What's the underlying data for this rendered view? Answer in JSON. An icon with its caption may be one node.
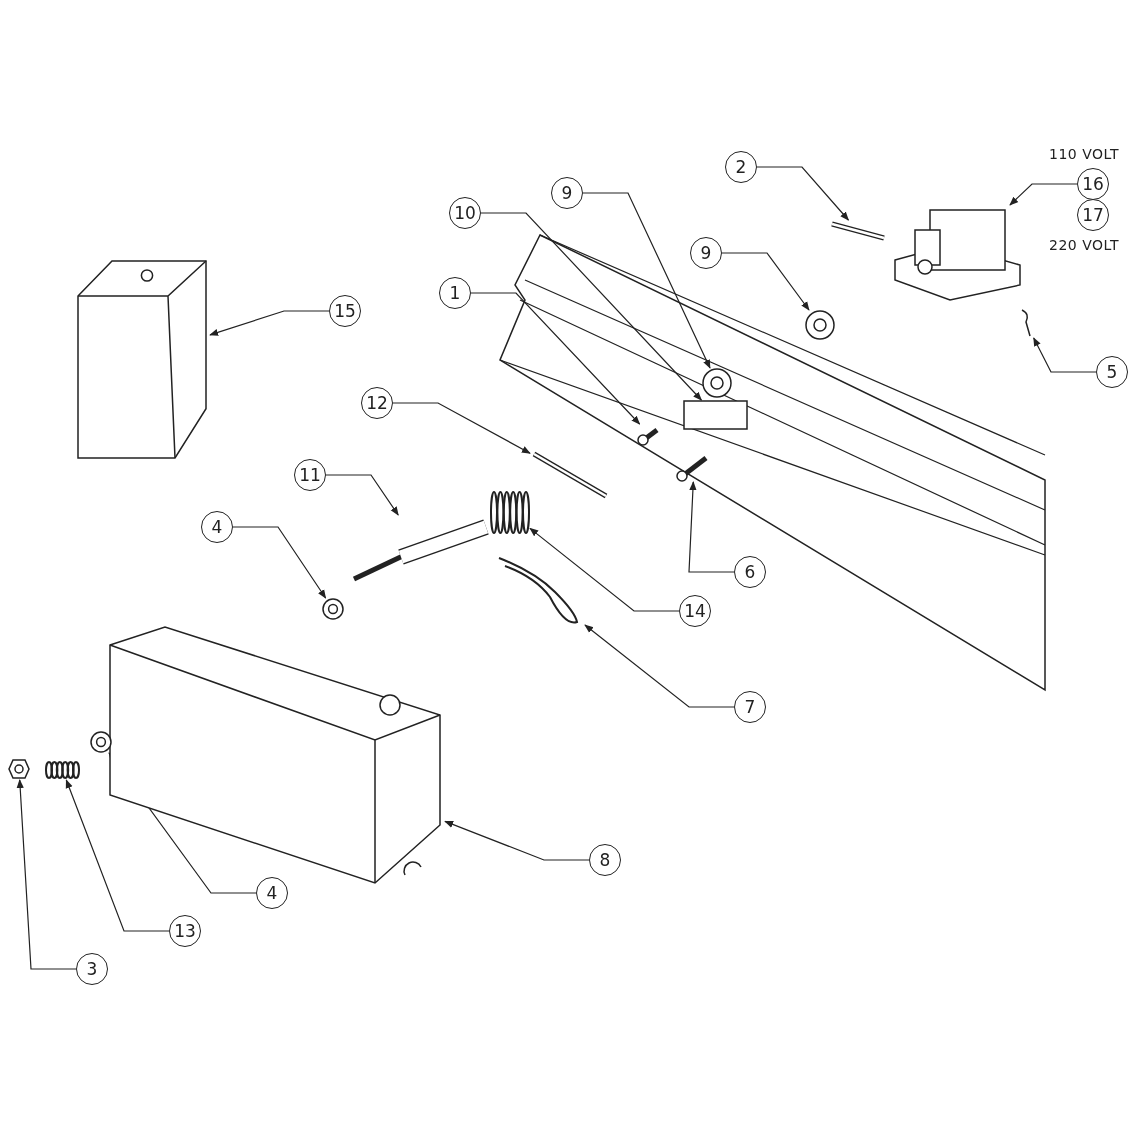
{
  "diagram": {
    "nodes": [
      {
        "text": [
          "16"
        ],
        "beside": [
          "110 VOLT"
        ]
      },
      {
        "text": [
          "17"
        ],
        "beside": [
          "220 VOLT"
        ]
      },
      {
        "text": [],
        "shape": "picture"
      },
      {
        "text": [
          "2"
        ]
      },
      {
        "text": [],
        "shape": "picture"
      },
      {
        "text": [
          "9"
        ]
      },
      {
        "text": [],
        "shape": "picture"
      },
      {
        "text": [
          "10"
        ]
      },
      {
        "text": [],
        "shape": "box"
      },
      {
        "text": [
          "9"
        ]
      },
      {
        "text": [],
        "shape": "picture"
      },
      {
        "text": [
          "1"
        ]
      },
      {
        "text": [],
        "shape": "picture"
      },
      {
        "text": [
          "15"
        ]
      },
      {
        "text": [],
        "shape": "picture"
      },
      {
        "text": [
          "5"
        ]
      },
      {
        "text": [],
        "shape": "picture"
      },
      {
        "text": [
          "12"
        ]
      },
      {
        "text": [],
        "shape": "picture"
      },
      {
        "text": [
          "11"
        ]
      },
      {
        "text": [],
        "shape": "picture"
      },
      {
        "text": [
          "4"
        ]
      },
      {
        "text": [],
        "shape": "picture"
      },
      {
        "text": [
          "14"
        ]
      },
      {
        "text": [],
        "shape": "picture"
      },
      {
        "text": [
          "6"
        ]
      },
      {
        "text": [],
        "shape": "picture"
      },
      {
        "text": [
          "7"
        ]
      },
      {
        "text": [],
        "shape": "picture"
      },
      {
        "text": [
          "8"
        ]
      },
      {
        "text": [],
        "shape": "picture"
      },
      {
        "text": [
          "4"
        ]
      },
      {
        "text": [],
        "shape": "picture"
      },
      {
        "text": [
          "13"
        ]
      },
      {
        "text": [],
        "shape": "picture"
      },
      {
        "text": [
          "3"
        ]
      },
      {
        "text": [],
        "shape": "picture"
      }
    ],
    "edges": [
      {
        "from": 0,
        "to": 2,
        "arrow": "to"
      },
      {
        "from": 3,
        "to": 4,
        "arrow": "to"
      },
      {
        "from": 5,
        "to": 6,
        "arrow": "to"
      },
      {
        "from": 7,
        "to": 8,
        "arrow": "to"
      },
      {
        "from": 9,
        "to": 10,
        "arrow": "to"
      },
      {
        "from": 11,
        "to": 12,
        "arrow": "to"
      },
      {
        "from": 13,
        "to": 14,
        "arrow": "to"
      },
      {
        "from": 15,
        "to": 16,
        "arrow": "to"
      },
      {
        "from": 17,
        "to": 18,
        "arrow": "to"
      },
      {
        "from": 19,
        "to": 20,
        "arrow": "to"
      },
      {
        "from": 21,
        "to": 22,
        "arrow": "to"
      },
      {
        "from": 23,
        "to": 24,
        "arrow": "to"
      },
      {
        "from": 25,
        "to": 26,
        "arrow": "to"
      },
      {
        "from": 27,
        "to": 28,
        "arrow": "to"
      },
      {
        "from": 29,
        "to": 30,
        "arrow": "to"
      },
      {
        "from": 31,
        "to": 32,
        "arrow": "to"
      },
      {
        "from": 33,
        "to": 34,
        "arrow": "to"
      },
      {
        "from": 35,
        "to": 36,
        "arrow": "to"
      }
    ]
  }
}
